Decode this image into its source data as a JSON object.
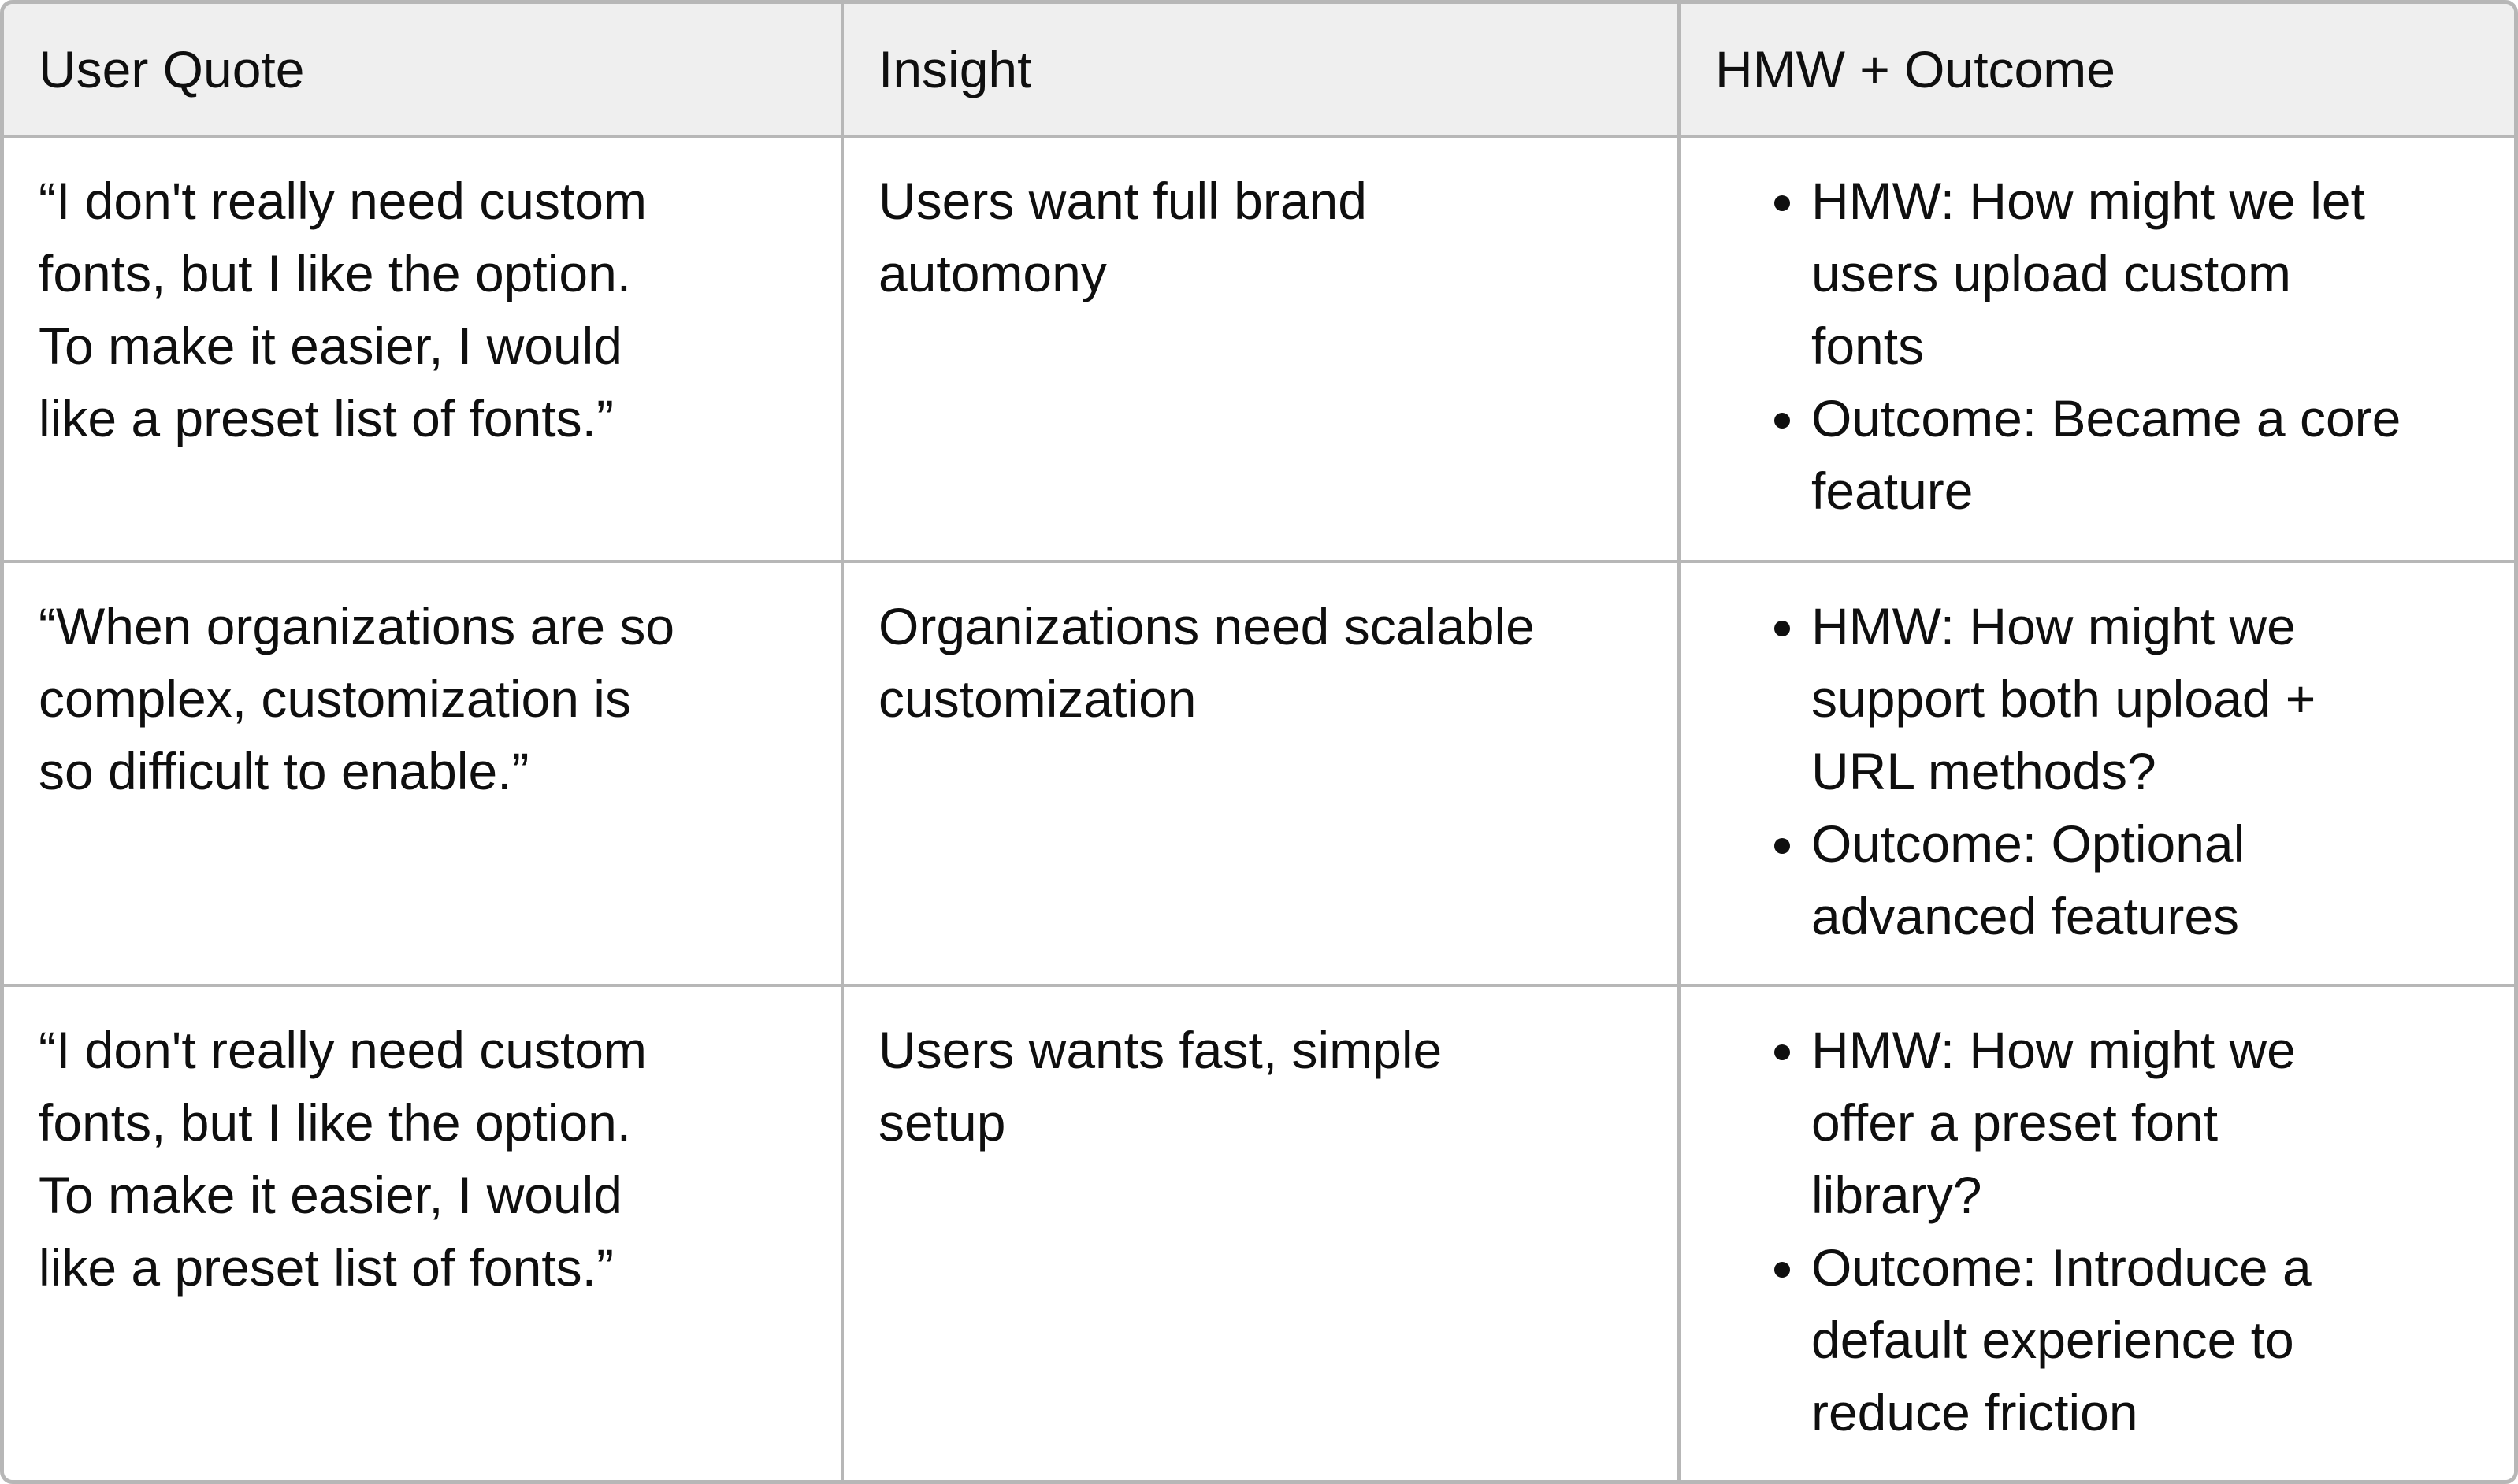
{
  "theme": {
    "header-bg": "#efefef",
    "border-color": "#b7b7b7",
    "text-color": "#0f0f0f"
  },
  "table": {
    "columns": [
      {
        "label": "User Quote"
      },
      {
        "label": "Insight"
      },
      {
        "label": "HMW + Outcome"
      }
    ],
    "rows": [
      {
        "user_quote": "“I don't really need custom\nfonts, but I like the option.\nTo make it easier, I would\nlike a preset list of fonts.”",
        "insight": "Users want full brand\nautomony",
        "hmw_outcome": [
          "HMW: How might we let\nusers upload custom\nfonts",
          "Outcome: Became a core\nfeature"
        ]
      },
      {
        "user_quote": "“When organizations are so\ncomplex, customization is\nso difficult to enable.”",
        "insight": "Organizations need scalable\ncustomization",
        "hmw_outcome": [
          "HMW: How might we\nsupport both upload +\nURL methods?",
          "Outcome: Optional\nadvanced features"
        ]
      },
      {
        "user_quote": "“I don't really need custom\nfonts, but I like the option.\nTo make it easier, I would\nlike a preset list of fonts.”",
        "insight": "Users wants fast, simple\nsetup",
        "hmw_outcome": [
          "HMW: How might we\noffer a preset font\nlibrary?",
          "Outcome: Introduce a\ndefault experience to\nreduce friction"
        ]
      }
    ]
  }
}
